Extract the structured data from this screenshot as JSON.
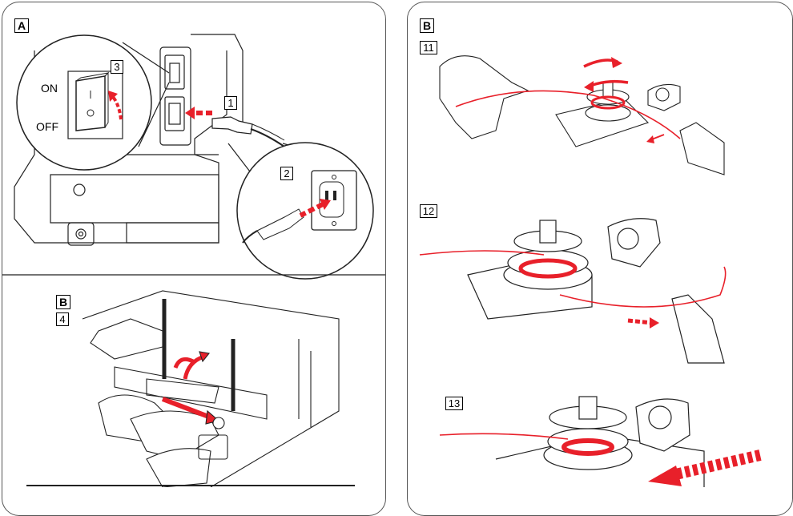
{
  "panel_a": {
    "section_label": "A",
    "steps": {
      "plug": "1",
      "wall": "2",
      "switch": "3"
    },
    "switch_on_label": "ON",
    "switch_off_label": "OFF",
    "sub_section_label": "B",
    "sub_step": "4"
  },
  "panel_b": {
    "section_label": "B",
    "steps": [
      "11",
      "12",
      "13"
    ]
  },
  "colors": {
    "accent": "#e8202a",
    "line": "#222222"
  }
}
